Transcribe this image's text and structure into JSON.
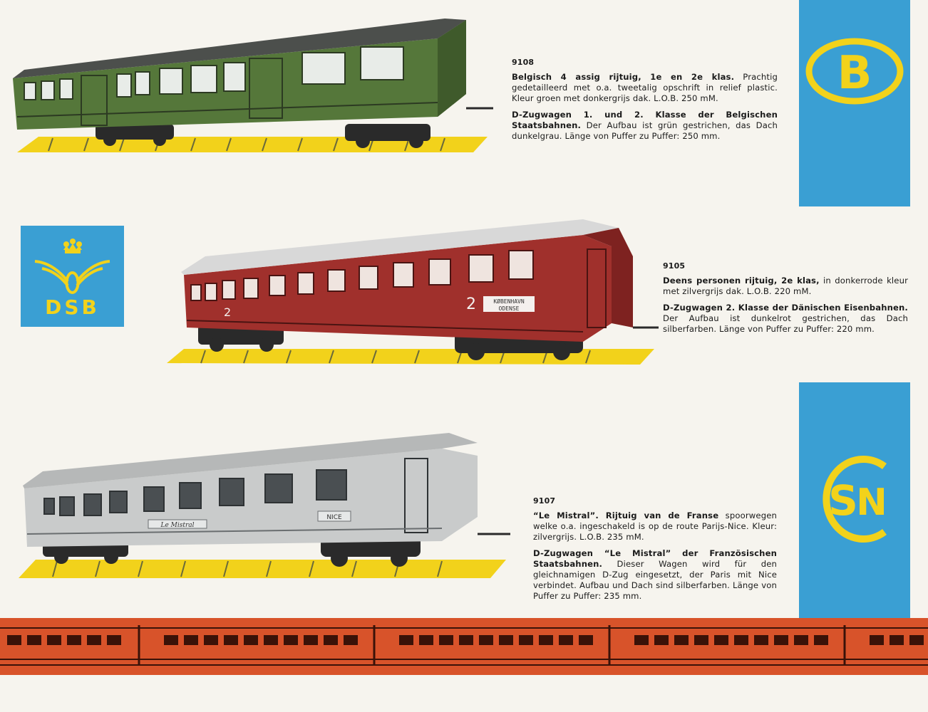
{
  "items": [
    {
      "number": "9108",
      "nl_bold": "Belgisch 4 assig rijtuig, 1e en 2e klas.",
      "nl_text": " Prachtig gedetailleerd met o.a. tweetalig opschrift in relief plastic. Kleur groen met donkergrijs dak. L.O.B. 250 mM.",
      "de_bold": "D-Zugwagen 1. und 2. Klasse der Belgischen Staatsbahnen.",
      "de_text": " Der Aufbau ist grün gestrichen, das Dach dunkelgrau. Länge von Puffer zu Puffer: 250 mm."
    },
    {
      "number": "9105",
      "nl_bold": "Deens personen rijtuig, 2e klas,",
      "nl_text": " in donkerrode kleur met zilvergrijs dak. L.O.B. 220 mM.",
      "de_bold": "D-Zugwagen 2. Klasse der Dänischen Eisenbahnen.",
      "de_text": " Der Aufbau ist dunkelrot gestrichen, das Dach silberfarben. Länge von Puffer zu Puffer: 220 mm."
    },
    {
      "number": "9107",
      "nl_bold": "“Le Mistral”. Rijtuig van de Franse",
      "nl_text": " spoorwegen welke o.a. ingeschakeld is op de route Parijs-Nice. Kleur: zilvergrijs. L.O.B. 235 mM.",
      "de_bold": "D-Zugwagen “Le Mistral” der Französischen Staatsbahnen.",
      "de_text": " Dieser Wagen wird für den gleichnamigen D-Zug eingesetzt, der Paris mit Nice verbindet. Aufbau und Dach sind silberfarben. Länge von Puffer zu Puffer: 235 mm."
    }
  ],
  "logos": {
    "sncb": "B",
    "dsb": "DSB",
    "sncf_letters": [
      "S",
      "N"
    ]
  },
  "coach_labels": {
    "green_class": "",
    "red_class": "2",
    "red_sign_top": "KØBENHAVN",
    "red_sign_bottom": "ODENSE",
    "silver_sign": "NICE",
    "silver_name": "Le Mistral"
  },
  "colors": {
    "blue": "#3a9fd3",
    "yellow": "#f2d21b",
    "green_coach": "#55773a",
    "red_coach": "#a0302c",
    "silver_coach": "#c9cbcb",
    "strip_red": "#d8532a"
  }
}
